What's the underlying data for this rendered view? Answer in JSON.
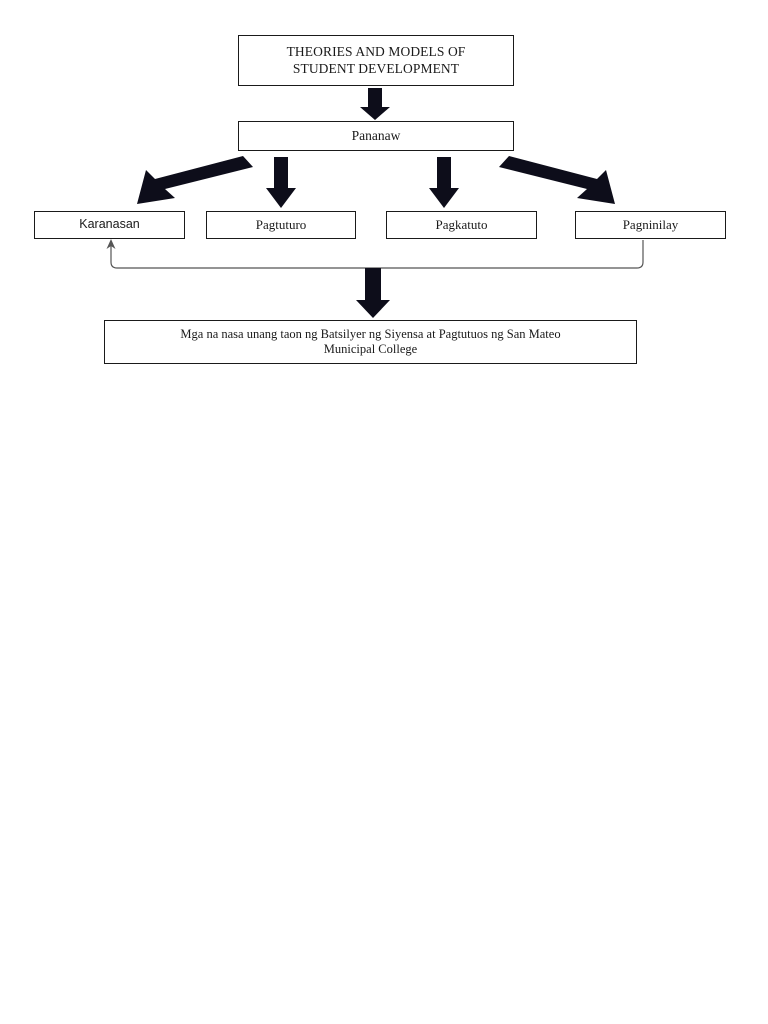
{
  "diagram": {
    "type": "flowchart",
    "title_box": {
      "id": "theories-models",
      "text": "THEORIES AND MODELS OF\nSTUDENT DEVELOPMENT"
    },
    "perspective_box": {
      "id": "pananaw",
      "text": "Pananaw"
    },
    "branches": [
      {
        "id": "karanasan",
        "text": "Karanasan"
      },
      {
        "id": "pagtuturo",
        "text": "Pagtuturo"
      },
      {
        "id": "pagkatuto",
        "text": "Pagkatuto"
      },
      {
        "id": "pagninilay",
        "text": "Pagninilay"
      }
    ],
    "outcome_box": {
      "id": "respondents",
      "text": "Mga na nasa unang taon ng Batsilyer ng Siyensa at Pagtutuos ng San Mateo\nMunicipal College"
    },
    "connectors": [
      {
        "id": "title-to-pananaw",
        "from": "theories-models",
        "to": "pananaw",
        "style": "thick-block-arrow",
        "direction": "down"
      },
      {
        "id": "pananaw-to-karanasan",
        "from": "pananaw",
        "to": "karanasan",
        "style": "thick-block-arrow",
        "direction": "down-left"
      },
      {
        "id": "pananaw-to-pagtuturo",
        "from": "pananaw",
        "to": "pagtuturo",
        "style": "thick-block-arrow",
        "direction": "down"
      },
      {
        "id": "pananaw-to-pagkatuto",
        "from": "pananaw",
        "to": "pagkatuto",
        "style": "thick-block-arrow",
        "direction": "down"
      },
      {
        "id": "pananaw-to-pagninilay",
        "from": "pananaw",
        "to": "pagninilay",
        "style": "thick-block-arrow",
        "direction": "down-right"
      },
      {
        "id": "pagninilay-to-karanasan",
        "from": "pagninilay",
        "to": "karanasan",
        "style": "thin-line-arrow",
        "direction": "loop-left-up"
      },
      {
        "id": "branches-to-outcome",
        "from": "branches",
        "to": "respondents",
        "style": "thick-block-arrow",
        "direction": "down"
      }
    ],
    "colors": {
      "stroke": "#1a1a1a",
      "arrow_fill": "#0d0d1a",
      "thin_line": "#555555",
      "background": "#ffffff"
    }
  }
}
